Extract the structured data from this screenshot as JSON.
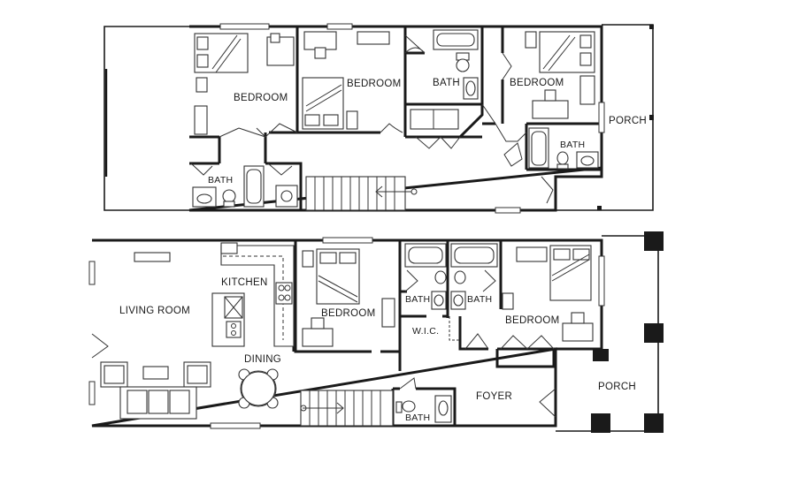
{
  "upper_floor": {
    "rooms": {
      "bedroom_left": "BEDROOM",
      "bedroom_mid": "BEDROOM",
      "bath_mid": "BATH",
      "bedroom_right": "BEDROOM",
      "porch": "PORCH",
      "bath_right": "BATH",
      "bath_left": "BATH"
    }
  },
  "lower_floor": {
    "rooms": {
      "kitchen": "KITCHEN",
      "living_room": "LIVING ROOM",
      "bedroom_mid": "BEDROOM",
      "bath_a": "BATH",
      "bath_b": "BATH",
      "wic": "W.I.C.",
      "bedroom_right": "BEDROOM",
      "dining": "DINING",
      "porch": "PORCH",
      "foyer": "FOYER",
      "bath_stair": "BATH"
    }
  }
}
